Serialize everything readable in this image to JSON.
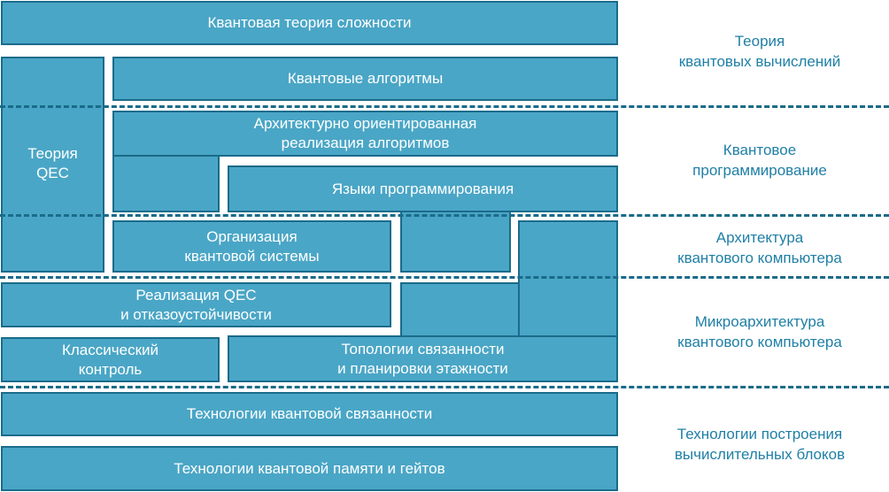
{
  "blocks": {
    "complexity": "Квантовая теория сложности",
    "algorithms": "Квантовые алгоритмы",
    "qec_theory": "Теория\nQEC",
    "arch_aware": "Архитектурно ориентированная\nреализация алгоритмов",
    "languages": "Языки программирования",
    "system_org": "Организация\nквантовой системы",
    "qec_impl": "Реализация QEC\nи отказоустойчивости",
    "classical": "Классический\nконтроль",
    "topologies": "Топологии связанности\nи планировки этажности",
    "connectivity_tech": "Технологии квантовой связанности",
    "memory_tech": "Технологии квантовой памяти и гейтов"
  },
  "layers": {
    "theory": "Теория\nквантовых вычислений",
    "programming": "Квантовое\nпрограммирование",
    "architecture": "Архитектура\nквантового компьютера",
    "microarchitecture": "Микроархитектура\nквантового компьютера",
    "technologies": "Технологии построения\nвычислительных блоков"
  },
  "colors": {
    "block_fill": "#4aa6c6",
    "block_border": "#1a6b8a",
    "block_text": "#ffffff",
    "layer_text": "#1f7fa6",
    "separator": "#1a6b8a"
  }
}
